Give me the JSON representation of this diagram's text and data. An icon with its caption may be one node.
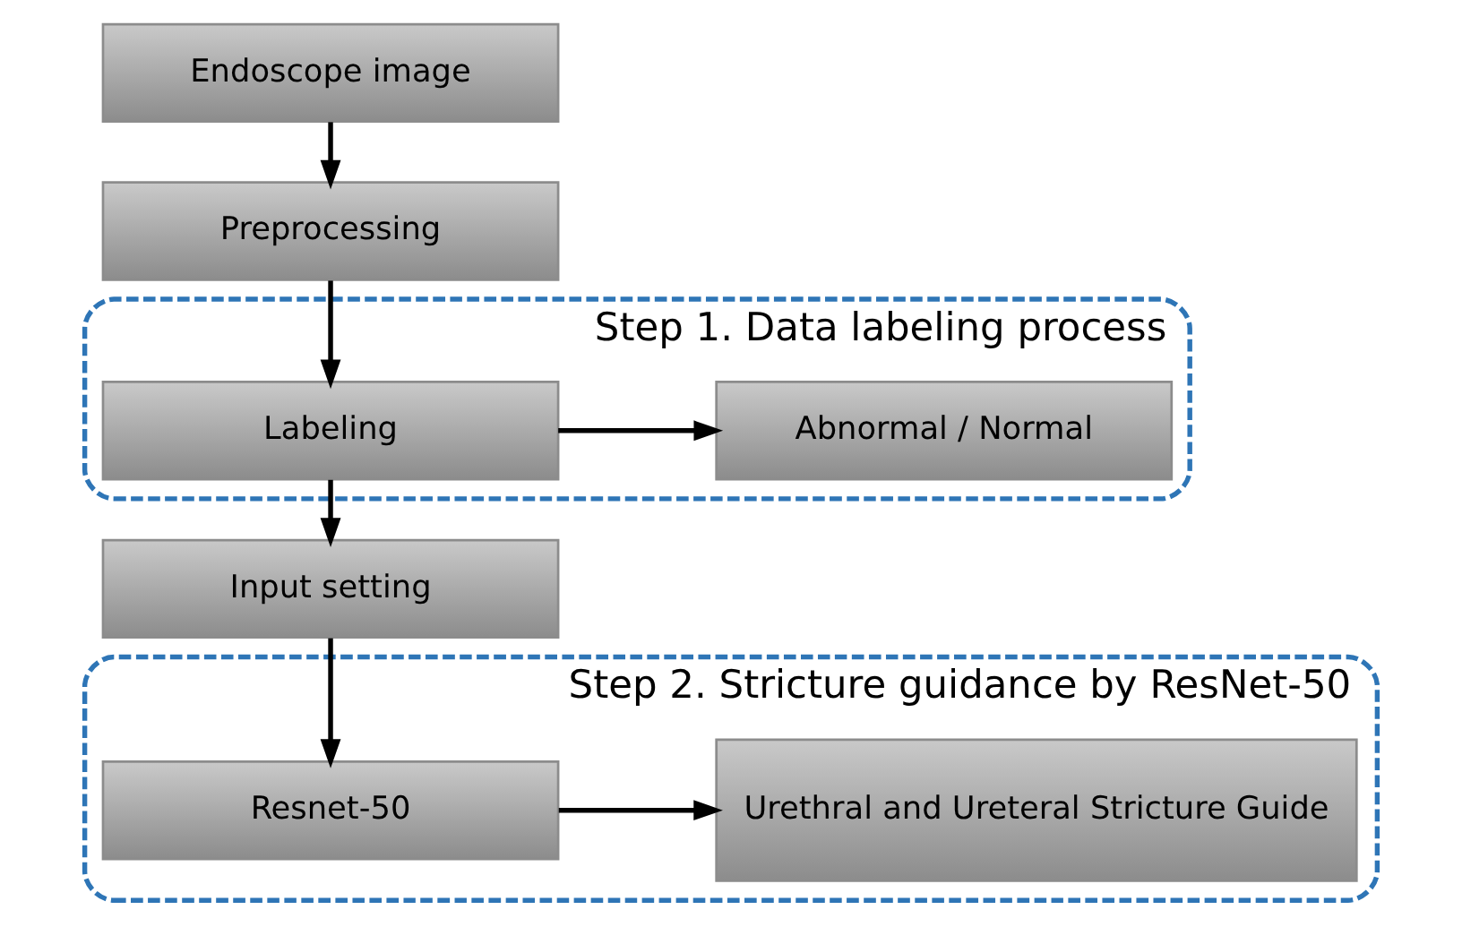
{
  "diagram": {
    "nodes": [
      {
        "text": [
          "Endoscope image"
        ]
      },
      {
        "text": [
          "Preprocessing"
        ]
      },
      {
        "text": [
          "Step 1. Data labeling process"
        ]
      },
      {
        "text": [
          "Labeling"
        ],
        "in": 2
      },
      {
        "text": [
          "Abnormal / Normal"
        ],
        "in": 2
      },
      {
        "text": [
          "Input setting"
        ]
      },
      {
        "text": [
          "Step 2. Stricture guidance by ResNet-50"
        ]
      },
      {
        "text": [
          "Resnet-50"
        ],
        "in": 6
      },
      {
        "text": [
          "Urethral and Ureteral Stricture Guide"
        ],
        "in": 6
      }
    ],
    "edges": [
      {
        "from": 0,
        "to": 1,
        "arrow": "to"
      },
      {
        "from": 1,
        "to": 3,
        "arrow": "to"
      },
      {
        "from": 3,
        "to": 4,
        "arrow": "to"
      },
      {
        "from": 3,
        "to": 5,
        "arrow": "to"
      },
      {
        "from": 5,
        "to": 7,
        "arrow": "to"
      },
      {
        "from": 7,
        "to": 8,
        "arrow": "to"
      }
    ]
  }
}
